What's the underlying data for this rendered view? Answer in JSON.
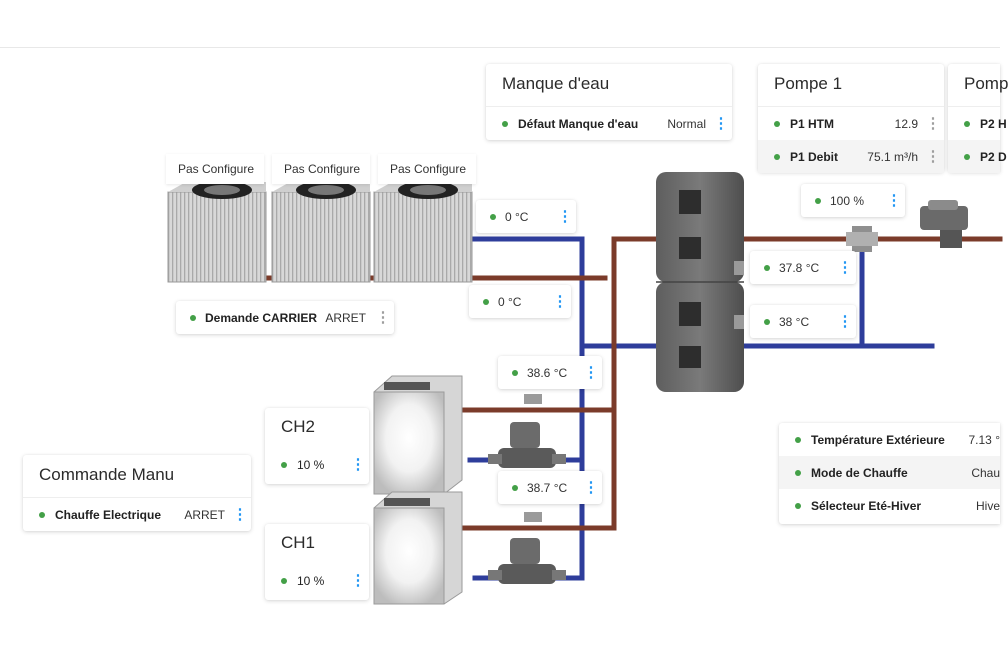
{
  "manque_eau": {
    "title": "Manque d'eau",
    "row_label": "Défaut Manque d'eau",
    "row_value": "Normal"
  },
  "pompe1": {
    "title": "Pompe 1",
    "rows": [
      {
        "label": "P1 HTM",
        "value": "12.9"
      },
      {
        "label": "P1 Debit",
        "value": "75.1 m³/h"
      }
    ]
  },
  "pompe2": {
    "title": "Pomp",
    "rows": [
      {
        "label": "P2 H"
      },
      {
        "label": "P2 D"
      }
    ]
  },
  "pas_configure": [
    "Pas Configure",
    "Pas Configure",
    "Pas Configure"
  ],
  "demande_carrier": {
    "label": "Demande CARRIER",
    "value": "ARRET"
  },
  "temps": {
    "carrier_top": "0 °C",
    "carrier_bottom": "0 °C",
    "ballon_hot": "37.8 °C",
    "ballon_cold": "38 °C",
    "ch2_out": "38.6 °C",
    "ch1_out": "38.7 °C",
    "pump_valve": "100 %"
  },
  "ch2": {
    "title": "CH2",
    "value": "10 %"
  },
  "ch1": {
    "title": "CH1",
    "value": "10 %"
  },
  "commande_manu": {
    "title": "Commande Manu",
    "row_label": "Chauffe Electrique",
    "row_value": "ARRET"
  },
  "info": {
    "rows": [
      {
        "label": "Température Extérieure",
        "value": "7.13 °"
      },
      {
        "label": "Mode de Chauffe",
        "value": "Chau"
      },
      {
        "label": "Sélecteur Eté-Hiver",
        "value": "Hive"
      }
    ]
  },
  "colors": {
    "hot_pipe": "#7b3b2a",
    "cold_pipe": "#2e3d9b",
    "status_dot": "#43a047",
    "menu_dots": "#2196f3"
  },
  "icons": [
    "kebab-menu-icon",
    "status-dot-icon"
  ]
}
